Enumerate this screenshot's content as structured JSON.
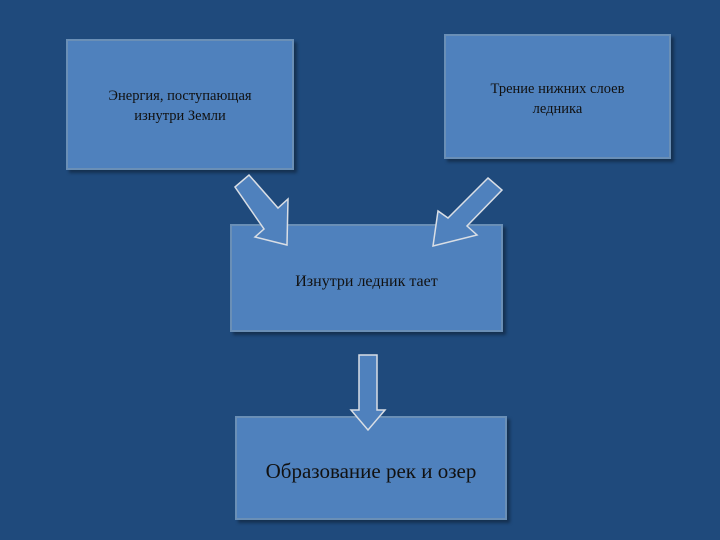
{
  "diagram": {
    "boxes": {
      "energy": "Энергия, поступающая\nизнутри Земли",
      "friction": "Трение нижних слоев\nледника",
      "melt": "Изнутри ледник тает",
      "result": "Образование рек и озер"
    },
    "connections": [
      {
        "from": "energy",
        "to": "melt"
      },
      {
        "from": "friction",
        "to": "melt"
      },
      {
        "from": "melt",
        "to": "result"
      }
    ]
  },
  "colors": {
    "background": "#1f4a7c",
    "box_fill": "#4f81bd",
    "box_border": "#6a8fb6",
    "arrow_fill": "#4f81bd",
    "arrow_outline": "#d9dee5",
    "text": "#111111"
  }
}
